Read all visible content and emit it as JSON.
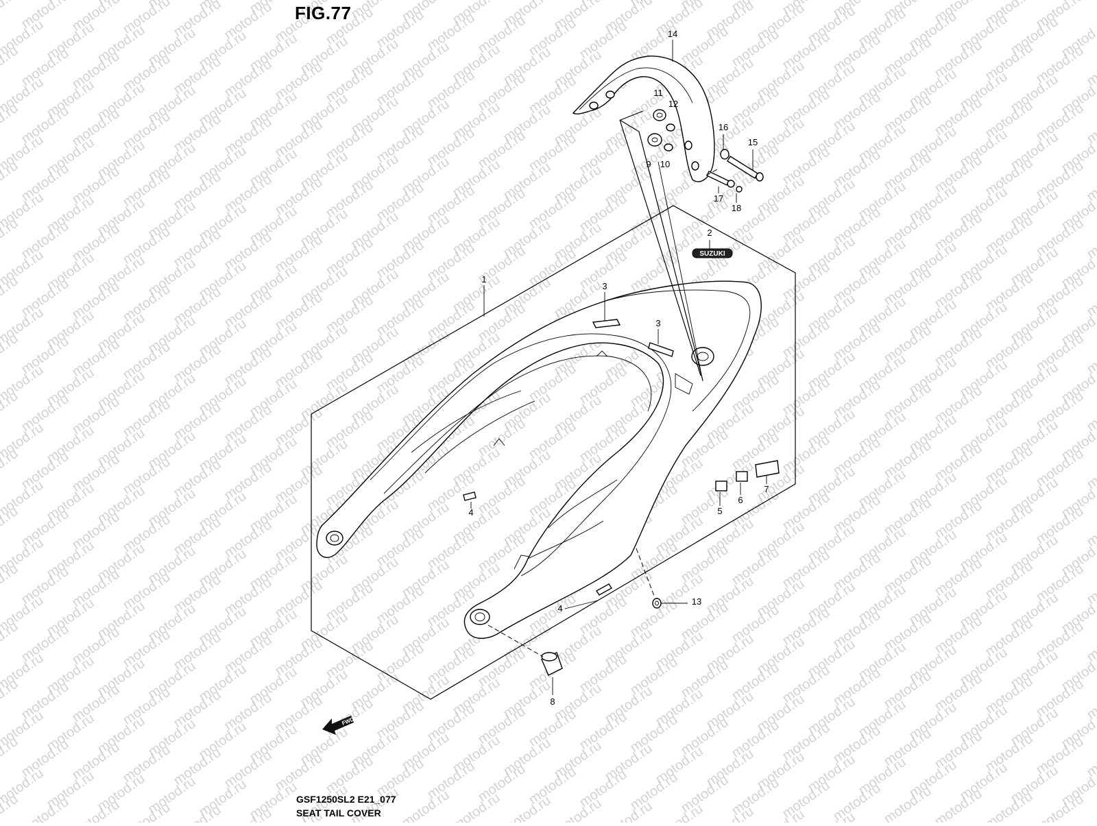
{
  "figure": {
    "title": "FIG.77",
    "model_code": "GSF1250SL2 E21_077",
    "name": "SEAT TAIL COVER"
  },
  "watermark": {
    "text": "motod.ru"
  },
  "emblem": {
    "text": "SUZUKI"
  },
  "forward_arrow": {
    "label": "FWD"
  },
  "callouts": [
    {
      "number": "1",
      "part": "seat-tail-cover"
    },
    {
      "number": "2",
      "part": "emblem"
    },
    {
      "number": "3",
      "part": "label"
    },
    {
      "number": "3",
      "part": "label"
    },
    {
      "number": "4",
      "part": "label"
    },
    {
      "number": "4",
      "part": "label"
    },
    {
      "number": "5",
      "part": "label"
    },
    {
      "number": "6",
      "part": "label"
    },
    {
      "number": "7",
      "part": "label"
    },
    {
      "number": "8",
      "part": "cushion"
    },
    {
      "number": "9",
      "part": "cushion"
    },
    {
      "number": "10",
      "part": "collar"
    },
    {
      "number": "11",
      "part": "cushion"
    },
    {
      "number": "12",
      "part": "collar"
    },
    {
      "number": "13",
      "part": "nut"
    },
    {
      "number": "14",
      "part": "pillion-rider-handle"
    },
    {
      "number": "15",
      "part": "bolt"
    },
    {
      "number": "16",
      "part": "washer"
    },
    {
      "number": "17",
      "part": "bolt"
    },
    {
      "number": "18",
      "part": "washer"
    }
  ]
}
